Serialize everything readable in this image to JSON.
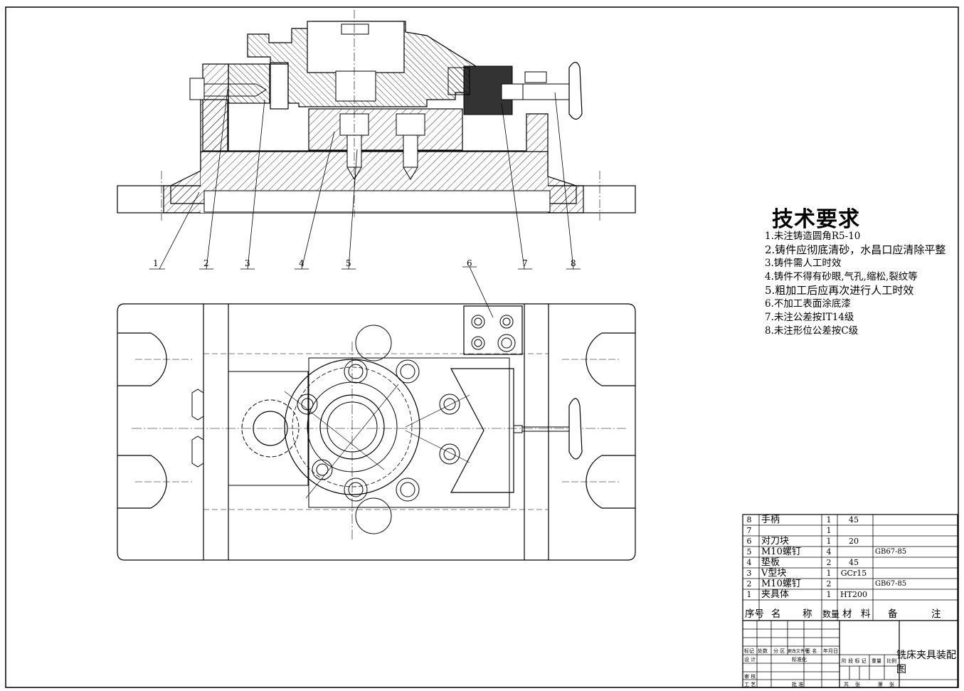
{
  "technical_requirements": {
    "title": "技术要求",
    "items": [
      "1.未注铸造圆角R5-10",
      "2.铸件应彻底清砂，水昌口应清除平整",
      "3.铸件需人工时效",
      "4.铸件不得有砂眼,气孔,缩松,裂纹等",
      "5.粗加工后应再次进行人工时效",
      "6.不加工表面涂底漆",
      "7.未注公差按IT14级",
      "8.未注形位公差按C级"
    ]
  },
  "callouts": [
    "1",
    "2",
    "3",
    "4",
    "5",
    "6",
    "7",
    "8"
  ],
  "bom": {
    "rows": [
      {
        "no": "8",
        "name": "手柄",
        "qty": "1",
        "material": "45",
        "note": ""
      },
      {
        "no": "7",
        "name": "",
        "qty": "1",
        "material": "",
        "note": ""
      },
      {
        "no": "6",
        "name": "对刀块",
        "qty": "1",
        "material": "20",
        "note": ""
      },
      {
        "no": "5",
        "name": "M10螺钉",
        "qty": "4",
        "material": "",
        "note": "GB67-85"
      },
      {
        "no": "4",
        "name": "垫板",
        "qty": "2",
        "material": "45",
        "note": ""
      },
      {
        "no": "3",
        "name": "V型块",
        "qty": "1",
        "material": "GCr15",
        "note": ""
      },
      {
        "no": "2",
        "name": "M10螺钉",
        "qty": "2",
        "material": "",
        "note": "GB67-85"
      },
      {
        "no": "1",
        "name": "夹具体",
        "qty": "1",
        "material": "HT200",
        "note": ""
      }
    ],
    "header": {
      "no": "序号",
      "name1": "名",
      "name2": "称",
      "qty": "数量",
      "mat1": "材",
      "mat2": "料",
      "note1": "备",
      "note2": "注"
    }
  },
  "title_block": {
    "drawing_title": "铣床夹具装配图",
    "labels": {
      "biaoji": "标记",
      "chushu": "处数",
      "fenqu": "分 区",
      "gaiwen": "更改文件号",
      "qianming": "签 名",
      "nianyueri": "年月日",
      "sheji": "设 计",
      "biaozhunhua": "标准化",
      "shenhe": "审 核",
      "gongyi": "工 艺",
      "pizhun": "批 准",
      "jieduan": "阶 段 标 记",
      "zhongliang": "重量",
      "bili": "比例",
      "gong": "共",
      "zhang1": "张",
      "di": "第",
      "zhang2": "张"
    }
  }
}
